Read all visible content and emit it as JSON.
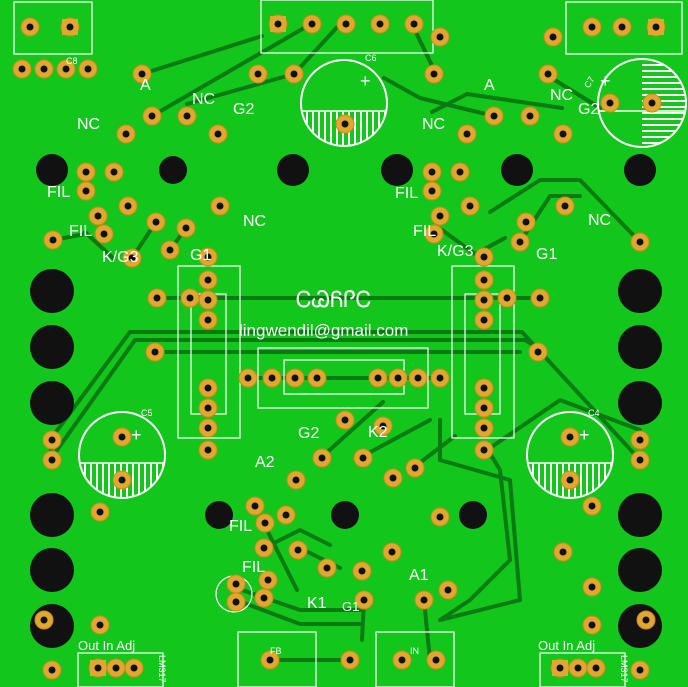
{
  "board": {
    "pin_labels": {
      "a_top_left": "A",
      "nc_top_left_1": "NC",
      "g2_top_left": "G2",
      "nc_top_left_2": "NC",
      "a_top_right": "A",
      "nc_top_right_1": "NC",
      "g2_top_right": "G2",
      "nc_top_right_2": "NC",
      "fil_left_1": "FIL",
      "fil_left_2": "FIL",
      "k_g3_left": "K/G3",
      "g1_left": "G1",
      "nc_mid_left": "NC",
      "fil_right_1": "FIL",
      "fil_right_2": "FIL",
      "k_g3_right": "K/G3",
      "g1_right": "G1",
      "nc_mid_right": "NC",
      "g2_center": "G2",
      "k2_center": "K2",
      "a2": "A2",
      "fil_bottom_1": "FIL",
      "fil_bottom_2": "FIL",
      "a1": "A1",
      "k1": "K1",
      "g1_bottom": "G1"
    },
    "components": {
      "c6": "C6",
      "c7": "C7",
      "c5": "C5",
      "c4": "C4",
      "c8": "C8",
      "fb": "FB",
      "in": "IN",
      "lm317_left": "LM317",
      "lm317_right": "LM317"
    },
    "regulator_pins_left": "Out In Adj",
    "regulator_pins_right": "Out In Adj",
    "email": "lingwendil@gmail.com",
    "signature": "ᏟᏊᏲᎵᏟ",
    "polarity_plus": "+",
    "colors": {
      "board": "#12c61b",
      "trace": "#0a7a12",
      "pad": "#e0a830",
      "hole": "#111111",
      "silkscreen": "#ffffff"
    }
  }
}
